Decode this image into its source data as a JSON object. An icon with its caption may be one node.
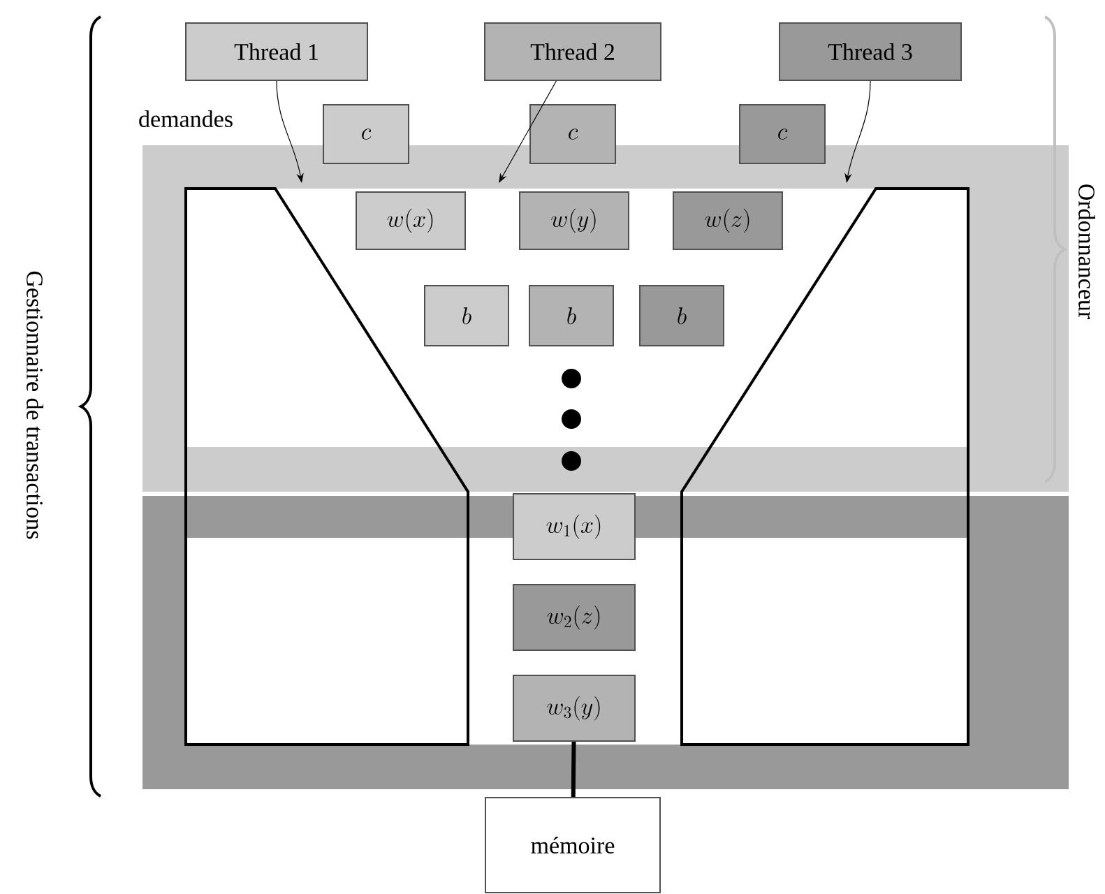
{
  "diagram": {
    "nodes": [
      {
        "text": [
          "Thread 1"
        ]
      },
      {
        "text": [
          "Thread 2"
        ]
      },
      {
        "text": [
          "Thread 3"
        ]
      },
      {
        "text": [
          "c"
        ]
      },
      {
        "text": [
          "c"
        ]
      },
      {
        "text": [
          "c"
        ]
      },
      {
        "text": [
          "w(x)"
        ]
      },
      {
        "text": [
          "w(y)"
        ]
      },
      {
        "text": [
          "w(z)"
        ]
      },
      {
        "text": [
          "b"
        ]
      },
      {
        "text": [
          "b"
        ]
      },
      {
        "text": [
          "b"
        ]
      },
      {
        "text": [
          "w_1(x)"
        ]
      },
      {
        "text": [
          "w_2(z)"
        ]
      },
      {
        "text": [
          "w_3(y)"
        ]
      },
      {
        "text": [
          "mémoire"
        ]
      }
    ],
    "edges": [
      {
        "from": 0,
        "to": null,
        "arrow": "to",
        "label": "demandes"
      },
      {
        "from": 1,
        "to": null,
        "arrow": "to"
      },
      {
        "from": 2,
        "to": null,
        "arrow": "to"
      },
      {
        "from": 14,
        "to": 15,
        "arrow": "none",
        "style": "thick"
      }
    ],
    "labels": [
      "Gestionnaire de transactions",
      "Ordonnanceur"
    ]
  }
}
